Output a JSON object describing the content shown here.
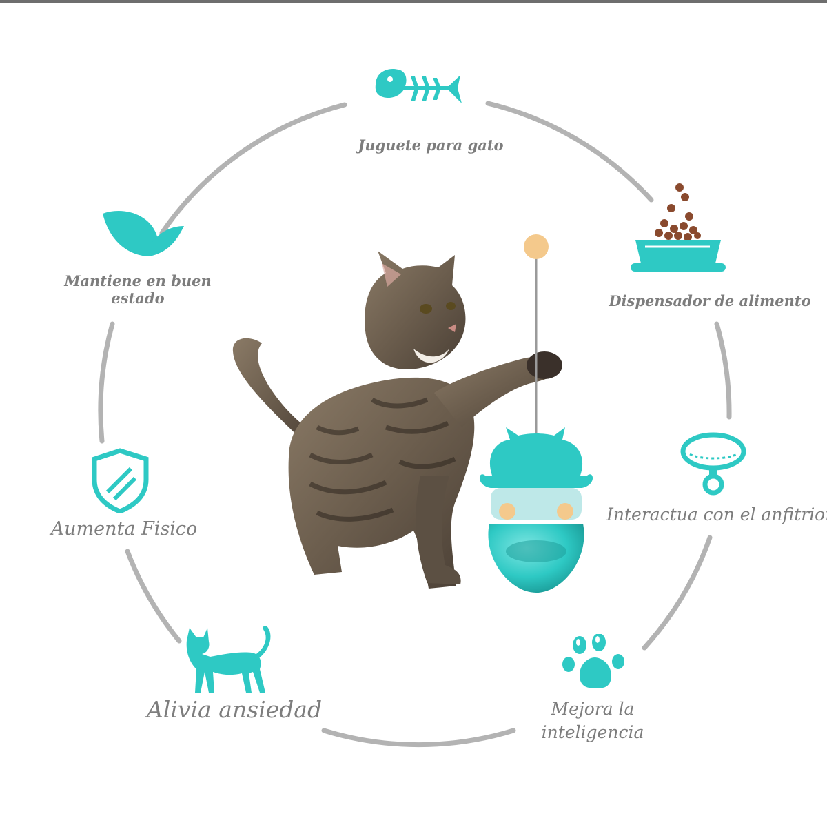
{
  "accent_color": "#2ec9c4",
  "ring_color": "#b3b3b3",
  "features": {
    "juguete": {
      "label": "Juguete para gato",
      "icon": "fish-bone-icon"
    },
    "dispensador": {
      "label": "Dispensador de alimento",
      "icon": "food-bowl-icon"
    },
    "mantiene": {
      "label_line1": "Mantiene en buen",
      "label_line2": "estado",
      "icon": "leaf-icon"
    },
    "interactua": {
      "label": "Interactua con el anfitrion",
      "icon": "cat-collar-icon"
    },
    "aumenta": {
      "label": "Aumenta Fisico",
      "icon": "shield-icon"
    },
    "alivia": {
      "label": "Alivia ansiedad",
      "icon": "cat-silhouette-icon"
    },
    "mejora": {
      "label_line1": "Mejora la",
      "label_line2": "inteligencia",
      "icon": "paw-print-icon"
    }
  },
  "product_image": "tabby-cat-playing-with-tumbler-feeder-toy"
}
